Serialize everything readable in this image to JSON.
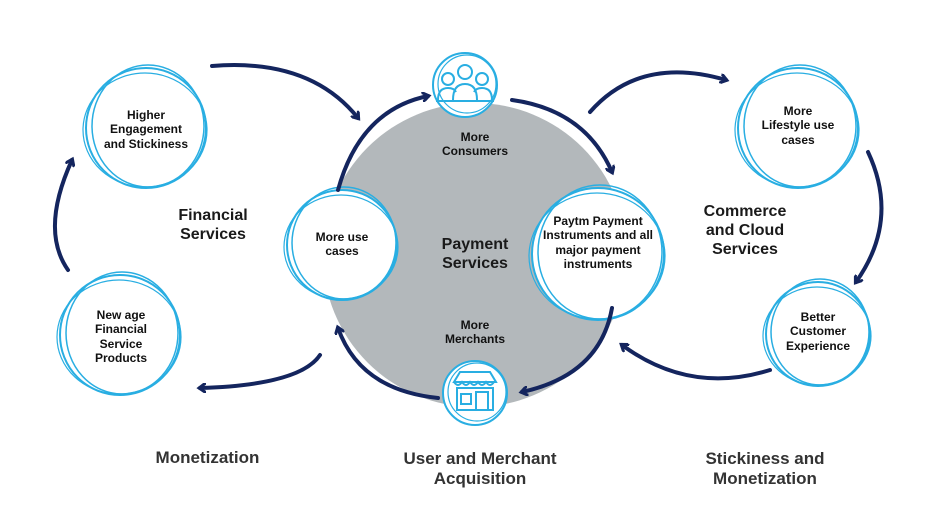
{
  "center": {
    "title": "Payment Services",
    "top": "More Consumers",
    "bottom": "More Merchants",
    "fill": "#b3b8bb"
  },
  "nodes": {
    "higher_engagement": "Higher Engagement and Stickiness",
    "new_age_products": "New age Financial Service Products",
    "more_use_cases": "More use cases",
    "paytm_instruments": "Paytm Payment Instruments and all major payment instruments",
    "lifestyle": "More Lifestyle use cases",
    "better_experience": "Better Customer Experience"
  },
  "sections": {
    "financial": "Financial Services",
    "commerce": "Commerce and Cloud Services"
  },
  "captions": {
    "monetization": "Monetization",
    "acquisition": "User and Merchant Acquisition",
    "stickiness": "Stickiness and Monetization"
  },
  "icons": {
    "consumers": "group-of-people-icon",
    "merchants": "storefront-icon"
  },
  "colors": {
    "arrow": "#14255e",
    "circle_stroke": "#29aee2",
    "center_fill": "#b3b8bb"
  }
}
